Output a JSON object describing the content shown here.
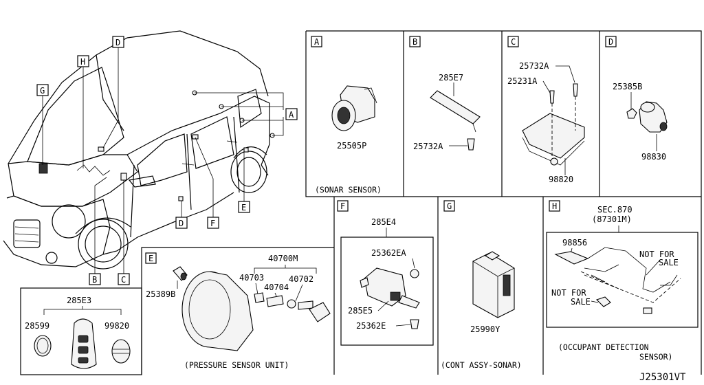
{
  "callouts": {
    "a": "A",
    "b": "B",
    "c": "C",
    "d": "D",
    "e": "E",
    "f": "F",
    "g": "G",
    "h": "H"
  },
  "panels": {
    "a": {
      "letter": "A",
      "part": "25505P",
      "caption": "(SONAR SENSOR)"
    },
    "b": {
      "letter": "B",
      "part_top": "285E7",
      "part_bottom": "25732A"
    },
    "c": {
      "letter": "C",
      "part_1": "25732A",
      "part_2": "25231A",
      "part_3": "98820"
    },
    "d": {
      "letter": "D",
      "part_1": "25385B",
      "part_2": "98830"
    },
    "e": {
      "letter": "E",
      "part_1": "25389B",
      "part_group": "40700M",
      "part_2": "40703",
      "part_3": "40704",
      "part_4": "40702",
      "caption": "(PRESSURE SENSOR UNIT)"
    },
    "f": {
      "letter": "F",
      "part_top": "285E4",
      "part_1": "25362EA",
      "part_2": "285E5",
      "part_3": "25362E"
    },
    "g": {
      "letter": "G",
      "part": "25990Y",
      "caption": "(CONT ASSY-SONAR)"
    },
    "h": {
      "letter": "H",
      "sec_1": "SEC.870",
      "sec_2": "(87301M)",
      "part": "98856",
      "note_1a": "NOT FOR",
      "note_1b": "SALE",
      "note_2a": "NOT FOR",
      "note_2b": "SALE",
      "caption_1": "(OCCUPANT DETECTION",
      "caption_2": "SENSOR)"
    },
    "key": {
      "part_top": "285E3",
      "part_left": "28599",
      "part_right": "99820"
    }
  },
  "diagram_id": "J25301VT"
}
